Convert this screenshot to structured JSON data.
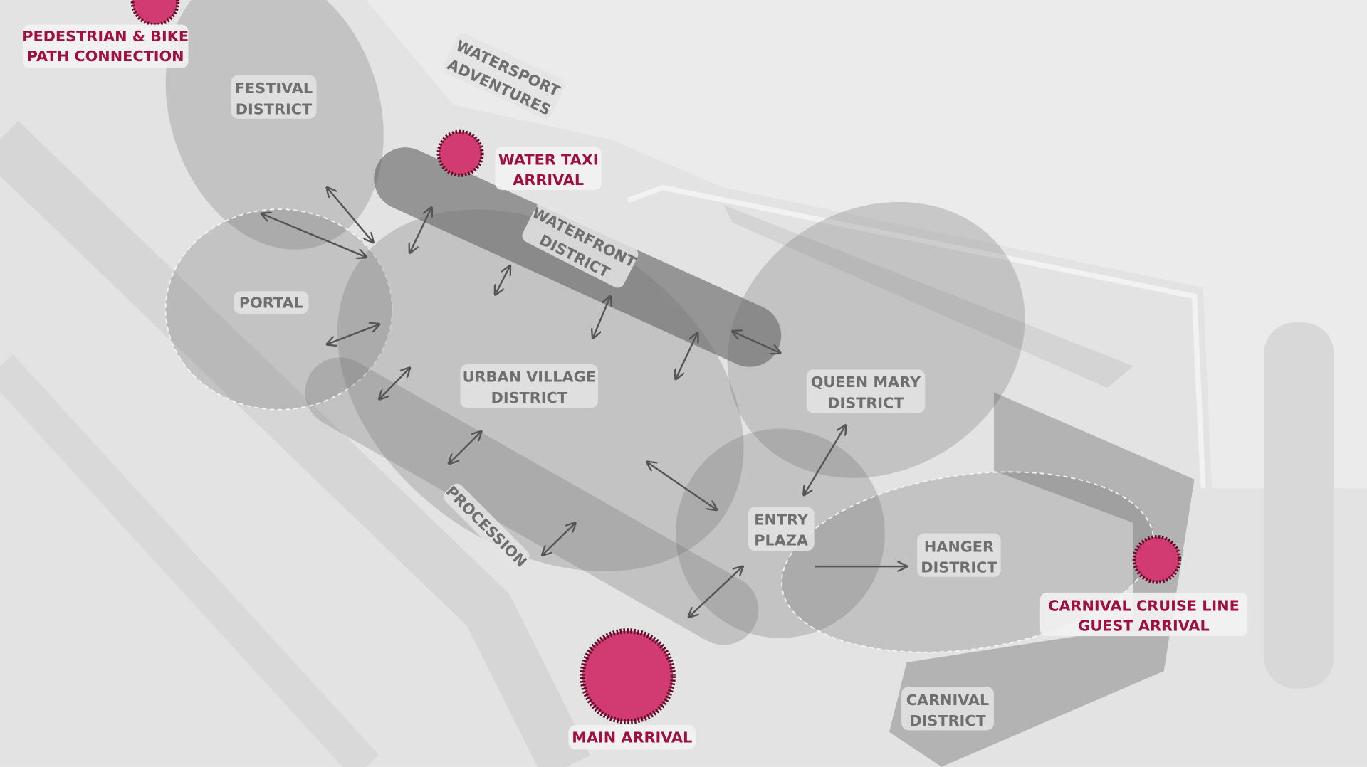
{
  "map": {
    "districts": {
      "festival": [
        "FESTIVAL",
        "DISTRICT"
      ],
      "portal": "PORTAL",
      "waterfront": [
        "WATERFRONT",
        "DISTRICT"
      ],
      "urban_village": [
        "URBAN VILLAGE",
        "DISTRICT"
      ],
      "queen_mary": [
        "QUEEN MARY",
        "DISTRICT"
      ],
      "entry_plaza": [
        "ENTRY",
        "PLAZA"
      ],
      "hanger": [
        "HANGER",
        "DISTRICT"
      ],
      "carnival": [
        "CARNIVAL",
        "DISTRICT"
      ],
      "procession": "PROCESSION",
      "watersport": [
        "WATERSPORT",
        "ADVENTURES"
      ]
    },
    "arrivals": {
      "pedestrian": [
        "PEDESTRIAN & BIKE",
        "PATH CONNECTION"
      ],
      "water_taxi": [
        "WATER TAXI",
        "ARRIVAL"
      ],
      "main": "MAIN ARRIVAL",
      "carnival": [
        "CARNIVAL CRUISE LINE",
        "GUEST ARRIVAL"
      ]
    },
    "colors": {
      "accent": "#d23a72",
      "accent_text": "#a0103f"
    }
  }
}
